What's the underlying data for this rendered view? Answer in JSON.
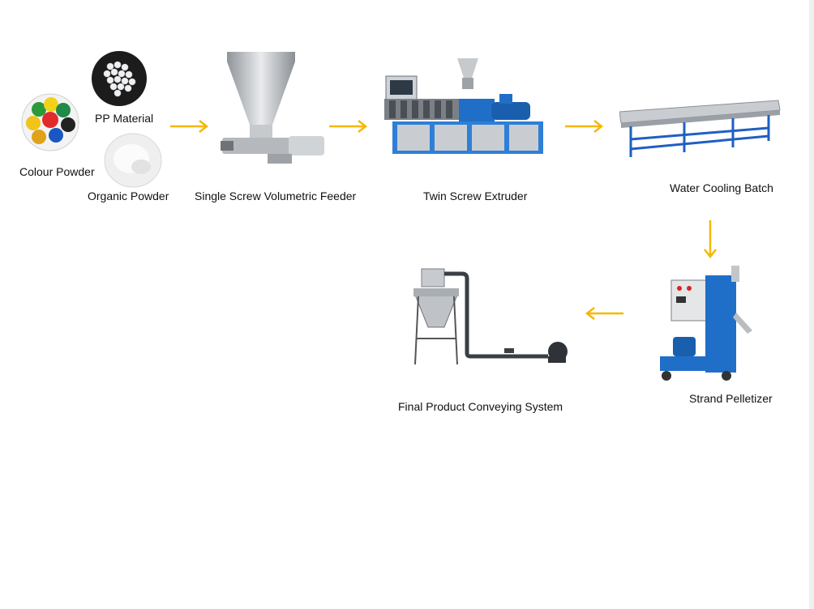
{
  "labels": {
    "pp_material": "PP Material",
    "colour_powder": "Colour Powder",
    "organic_powder": "Organic Powder",
    "feeder": "Single Screw Volumetric Feeder",
    "extruder": "Twin Screw Extruder",
    "cooling": "Water Cooling Batch",
    "pelletizer": "Strand Pelletizer",
    "conveying": "Final Product Conveying System"
  },
  "colors": {
    "arrow": "#f5b800",
    "machine_blue": "#1f6fc9",
    "steel": "#b8bcc0"
  }
}
